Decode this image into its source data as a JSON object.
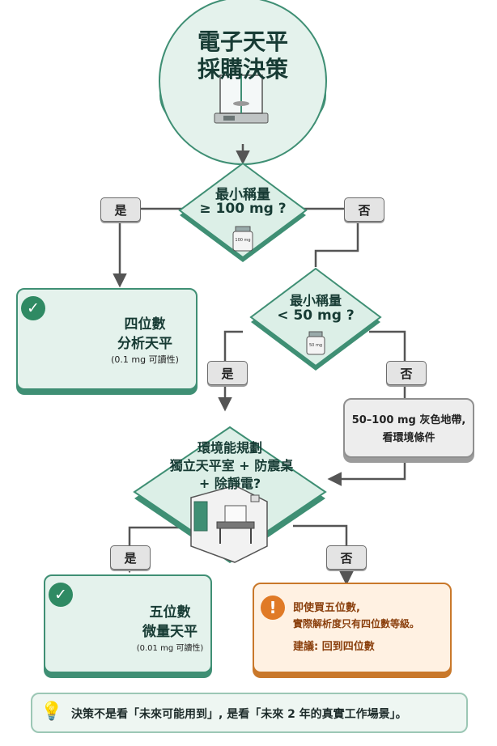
{
  "title": {
    "line1": "電子天平",
    "line2": "採購決策"
  },
  "decision1": {
    "line1": "最小稱量",
    "line2": "≥ 100 mg ?",
    "vial_label": "100 mg"
  },
  "decision2": {
    "line1": "最小稱量",
    "line2": "< 50 mg ?",
    "vial_label": "50 mg"
  },
  "decision3": {
    "line1": "環境能規劃",
    "line2": "獨立天平室 + 防震桌",
    "line3": "+ 除靜電?"
  },
  "labels": {
    "yes": "是",
    "no": "否"
  },
  "result_analytical": {
    "line1": "四位數",
    "line2": "分析天平",
    "line3": "(0.1 mg 可讀性)"
  },
  "gray_zone": {
    "line1": "50–100 mg 灰色地帶,",
    "line2": "看環境條件"
  },
  "result_micro": {
    "line1": "五位數",
    "line2": "微量天平",
    "line3": "(0.01 mg 可讀性)"
  },
  "warning": {
    "line1": "即使買五位數,",
    "line2": "實際解析度只有四位數等級。",
    "line3": "建議: 回到四位數"
  },
  "footer": {
    "text": "決策不是看「未來可能用到」, 是看「未來 2 年的真實工作場景」。"
  },
  "colors": {
    "teal": "#3f8f74",
    "teal_light": "#e4f2ec",
    "gray": "#8f8f8f",
    "orange": "#c9782a",
    "orange_light": "#fff1e2"
  }
}
